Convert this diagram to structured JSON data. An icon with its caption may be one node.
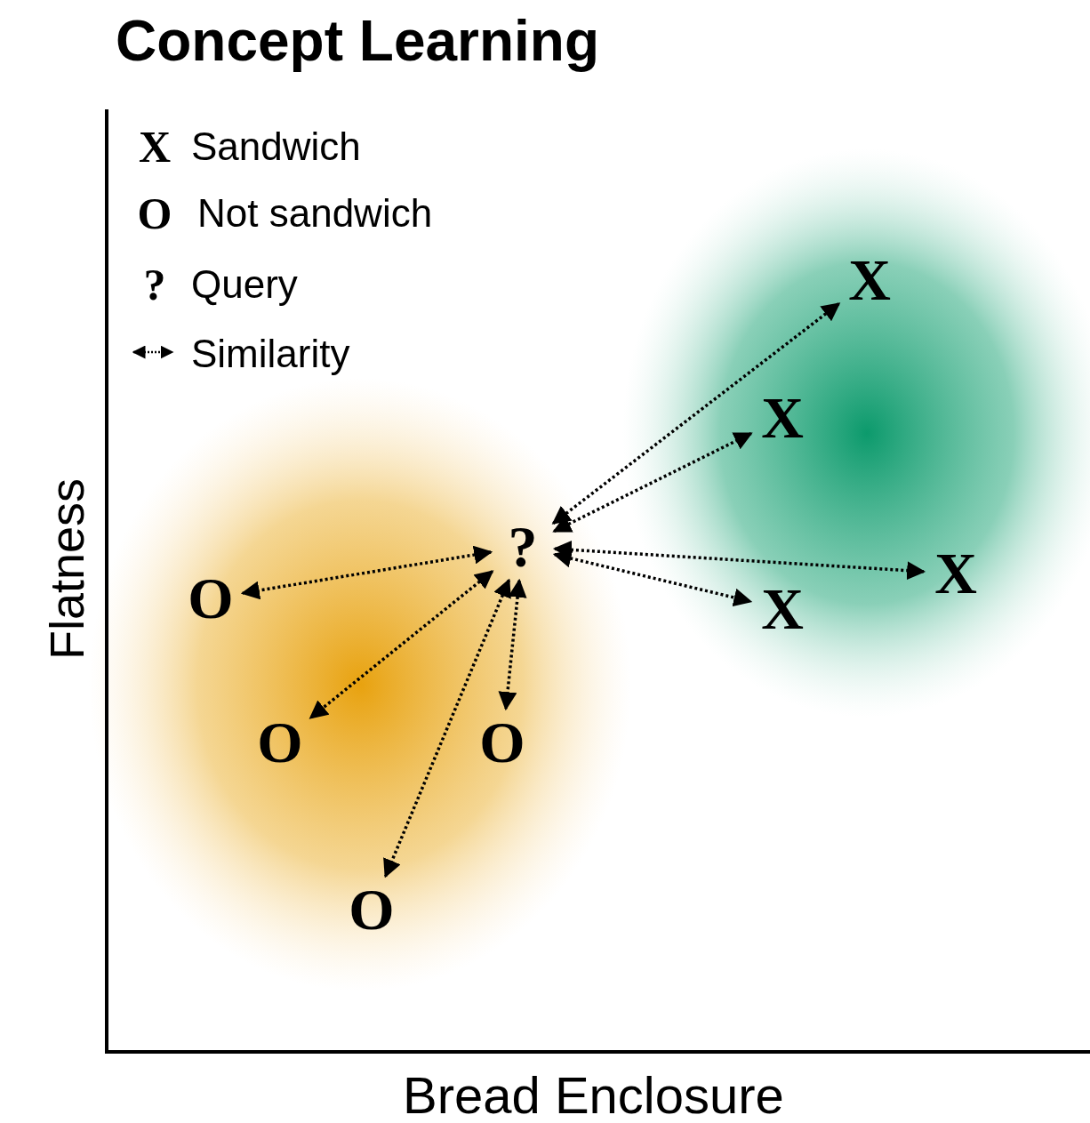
{
  "diagram": {
    "title": "Concept Learning",
    "nodes": [
      {
        "text": [
          "?"
        ]
      },
      {
        "text": [
          "X"
        ]
      },
      {
        "text": [
          "X"
        ]
      },
      {
        "text": [
          "X"
        ]
      },
      {
        "text": [
          "X"
        ]
      },
      {
        "text": [
          "O"
        ]
      },
      {
        "text": [
          "O"
        ]
      },
      {
        "text": [
          "O"
        ]
      },
      {
        "text": [
          "O"
        ]
      }
    ],
    "edges": [
      {
        "from": 0,
        "to": 1,
        "arrow": "both"
      },
      {
        "from": 0,
        "to": 2,
        "arrow": "both"
      },
      {
        "from": 0,
        "to": 3,
        "arrow": "both"
      },
      {
        "from": 0,
        "to": 4,
        "arrow": "both"
      },
      {
        "from": 0,
        "to": 5,
        "arrow": "both"
      },
      {
        "from": 0,
        "to": 6,
        "arrow": "both"
      },
      {
        "from": 0,
        "to": 7,
        "arrow": "both"
      },
      {
        "from": 0,
        "to": 8,
        "arrow": "both"
      }
    ],
    "labels": [
      "X",
      "O",
      "?",
      "Flatness",
      "Bread Enclosure"
    ],
    "legend": [
      {
        "text": "Sandwich"
      },
      {
        "text": "Not sandwich"
      },
      {
        "text": "Query"
      },
      {
        "text": "Similarity"
      }
    ]
  }
}
